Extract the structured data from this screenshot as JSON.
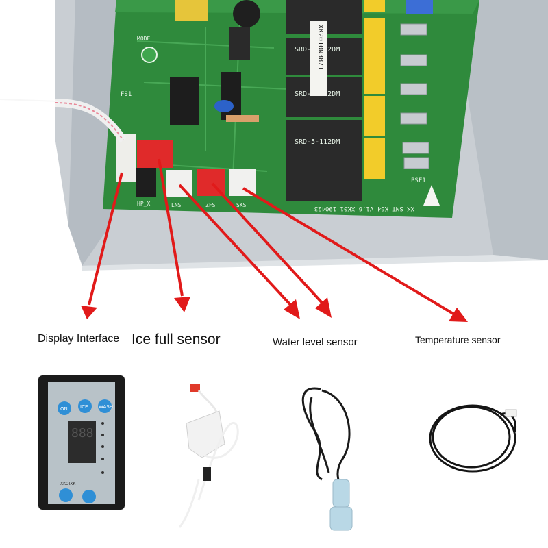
{
  "labels": {
    "display_interface": "Display Interface",
    "ice_full_sensor": "Ice full sensor",
    "water_level_sensor": "Water level sensor",
    "temperature_sensor": "Temperature sensor"
  },
  "board": {
    "model_text": "XK2010N3871",
    "silkscreen_bottom": "XK_SMT_K64 V1.6 XK01_190423",
    "relay_text": "SRD-5-112DM",
    "connector_labels": [
      "HP_X",
      "LNS",
      "ZFS",
      "SKS"
    ],
    "small_labels": [
      "MODE",
      "FS1",
      "PSF1"
    ]
  },
  "display_panel": {
    "top_buttons": [
      "ON",
      "ICE",
      "WASH"
    ],
    "digits": "888",
    "brand": "XKOIXK"
  },
  "colors": {
    "pcb_green": "#2f8a3c",
    "arrow_red": "#e11a1a",
    "metal": "#c9ced3",
    "connector_red": "#e02a2a",
    "relay_black": "#2a2a2a",
    "terminal_yellow": "#f2cc2a"
  }
}
